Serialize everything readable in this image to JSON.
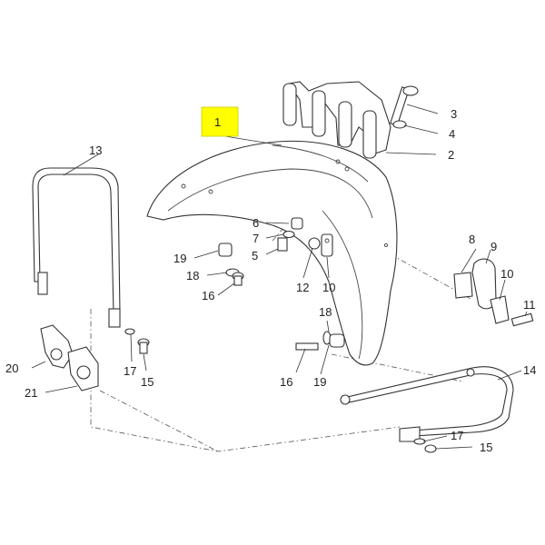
{
  "highlight_color": "#ffff00",
  "labels": {
    "p1": "1",
    "p2": "2",
    "p3": "3",
    "p4": "4",
    "p5": "5",
    "p6": "6",
    "p7": "7",
    "p8": "8",
    "p9": "9",
    "p10a": "10",
    "p10b": "10",
    "p11": "11",
    "p12": "12",
    "p13": "13",
    "p14": "14",
    "p15a": "15",
    "p15b": "15",
    "p16a": "16",
    "p16b": "16",
    "p17a": "17",
    "p17b": "17",
    "p18a": "18",
    "p18b": "18",
    "p19a": "19",
    "p19b": "19",
    "p20": "20",
    "p21": "21"
  }
}
